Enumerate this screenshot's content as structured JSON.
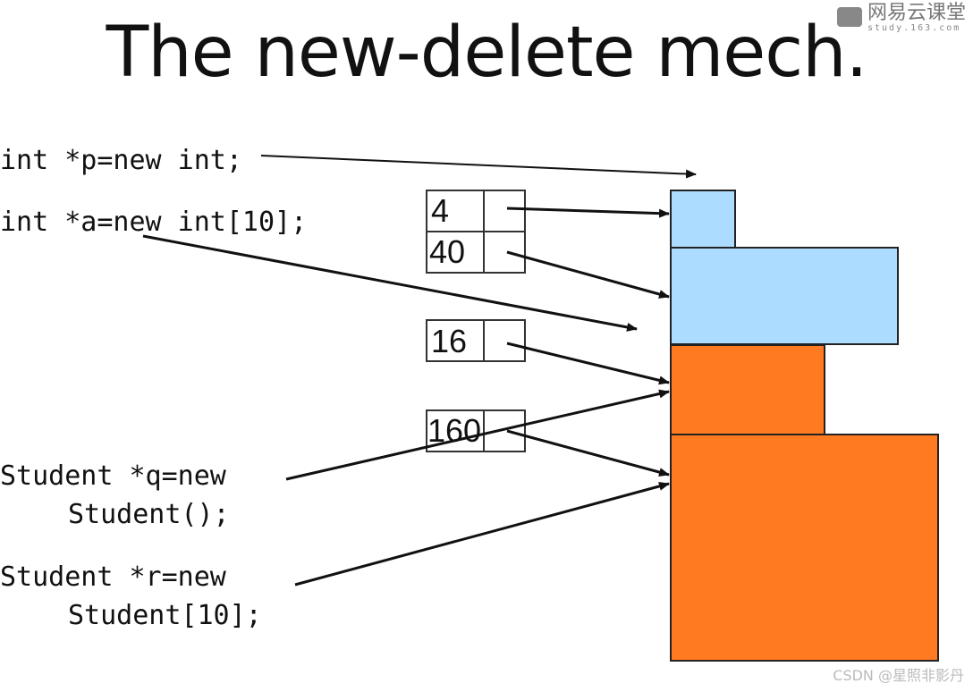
{
  "title": "The new-delete mech.",
  "code": {
    "p_line": "int *p=new int;",
    "a_line": "int *a=new int[10];",
    "q_line1": "Student *q=new",
    "q_line2": "Student();",
    "r_line1": "Student *r=new",
    "r_line2": "Student[10];"
  },
  "table": {
    "row1_size": "4",
    "row2_size": "40",
    "row3_size": "16",
    "row4_size": "160"
  },
  "colors": {
    "int_blocks": "#acdcff",
    "student_blocks": "#ff7a21"
  },
  "logo": {
    "icon": "chat-bubble-icon",
    "text": "网易云课堂",
    "sub": "study.163.com"
  },
  "watermark": "CSDN @星照非影丹"
}
